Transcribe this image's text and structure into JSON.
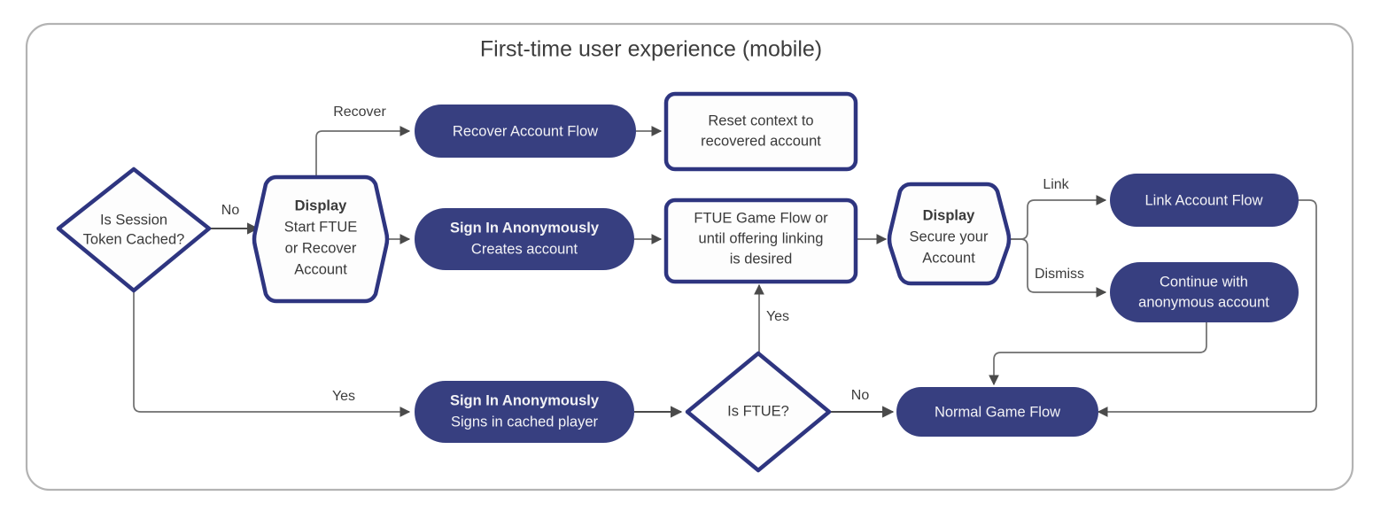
{
  "diagram": {
    "title": "First-time user experience (mobile)",
    "colors": {
      "node_fill": "#373f80",
      "node_stroke": "#2e3580",
      "edge": "#6e6e6e",
      "frame": "#b3b3b3",
      "text_dark": "#3a3a3a",
      "text_light": "#f2f2f5"
    },
    "nodes": {
      "is_session_token_cached": {
        "shape": "diamond",
        "style": "outline",
        "lines": [
          "Is Session",
          "Token Cached?"
        ]
      },
      "display_start_ftue": {
        "shape": "hexagon",
        "style": "outline",
        "lines": [
          "Display",
          "Start FTUE",
          "or Recover",
          "Account"
        ],
        "bold_first_line": true
      },
      "recover_account_flow": {
        "shape": "pill",
        "style": "filled",
        "lines": [
          "Recover Account Flow"
        ]
      },
      "reset_context": {
        "shape": "rounded-rect",
        "style": "outline",
        "lines": [
          "Reset context to",
          "recovered account"
        ]
      },
      "sign_in_anonymously_creates": {
        "shape": "pill",
        "style": "filled",
        "lines": [
          "Sign In Anonymously",
          "Creates account"
        ],
        "bold_first_line": true
      },
      "ftue_game_flow": {
        "shape": "rounded-rect",
        "style": "outline",
        "lines": [
          "FTUE Game Flow or",
          "until offering linking",
          "is desired"
        ]
      },
      "display_secure_account": {
        "shape": "hexagon",
        "style": "outline",
        "lines": [
          "Display",
          "Secure your",
          "Account"
        ],
        "bold_first_line": true
      },
      "link_account_flow": {
        "shape": "pill",
        "style": "filled",
        "lines": [
          "Link Account Flow"
        ]
      },
      "continue_anonymous": {
        "shape": "pill",
        "style": "filled",
        "lines": [
          "Continue with",
          "anonymous account"
        ]
      },
      "sign_in_anonymously_cached": {
        "shape": "pill",
        "style": "filled",
        "lines": [
          "Sign In Anonymously",
          "Signs in cached player"
        ],
        "bold_first_line": true
      },
      "is_ftue": {
        "shape": "diamond",
        "style": "outline",
        "lines": [
          "Is FTUE?"
        ]
      },
      "normal_game_flow": {
        "shape": "pill",
        "style": "filled",
        "lines": [
          "Normal Game Flow"
        ]
      }
    },
    "edge_labels": {
      "no_session": "No",
      "recover": "Recover",
      "yes_session": "Yes",
      "yes_ftue": "Yes",
      "no_ftue": "No",
      "link": "Link",
      "dismiss": "Dismiss"
    },
    "edges": [
      {
        "from": "is_session_token_cached",
        "to": "display_start_ftue",
        "label": "No"
      },
      {
        "from": "display_start_ftue",
        "to": "recover_account_flow",
        "label": "Recover"
      },
      {
        "from": "recover_account_flow",
        "to": "reset_context",
        "label": ""
      },
      {
        "from": "display_start_ftue",
        "to": "sign_in_anonymously_creates",
        "label": ""
      },
      {
        "from": "sign_in_anonymously_creates",
        "to": "ftue_game_flow",
        "label": ""
      },
      {
        "from": "ftue_game_flow",
        "to": "display_secure_account",
        "label": ""
      },
      {
        "from": "display_secure_account",
        "to": "link_account_flow",
        "label": "Link"
      },
      {
        "from": "display_secure_account",
        "to": "continue_anonymous",
        "label": "Dismiss"
      },
      {
        "from": "is_session_token_cached",
        "to": "sign_in_anonymously_cached",
        "label": "Yes"
      },
      {
        "from": "sign_in_anonymously_cached",
        "to": "is_ftue",
        "label": ""
      },
      {
        "from": "is_ftue",
        "to": "ftue_game_flow",
        "label": "Yes"
      },
      {
        "from": "is_ftue",
        "to": "normal_game_flow",
        "label": "No"
      },
      {
        "from": "link_account_flow",
        "to": "normal_game_flow",
        "label": ""
      },
      {
        "from": "continue_anonymous",
        "to": "normal_game_flow",
        "label": ""
      }
    ]
  }
}
